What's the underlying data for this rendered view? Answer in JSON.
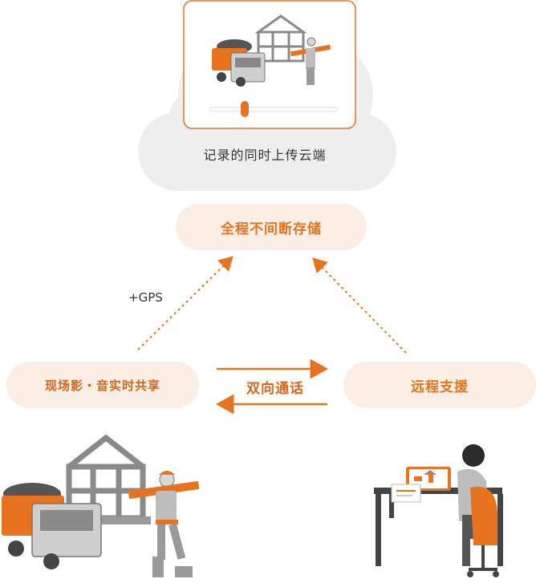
{
  "cloud": {
    "label": "记录的同时上传云端"
  },
  "storage": {
    "label": "全程不间断存储"
  },
  "gps": {
    "label": "+GPS"
  },
  "share": {
    "label": "现场影・音实时共享"
  },
  "call": {
    "label": "双向通话"
  },
  "remote": {
    "label": "远程支援"
  },
  "colors": {
    "accent": "#e8731e",
    "pill_bg": "#fbeee4",
    "cloud_bg": "#eeeeee"
  }
}
